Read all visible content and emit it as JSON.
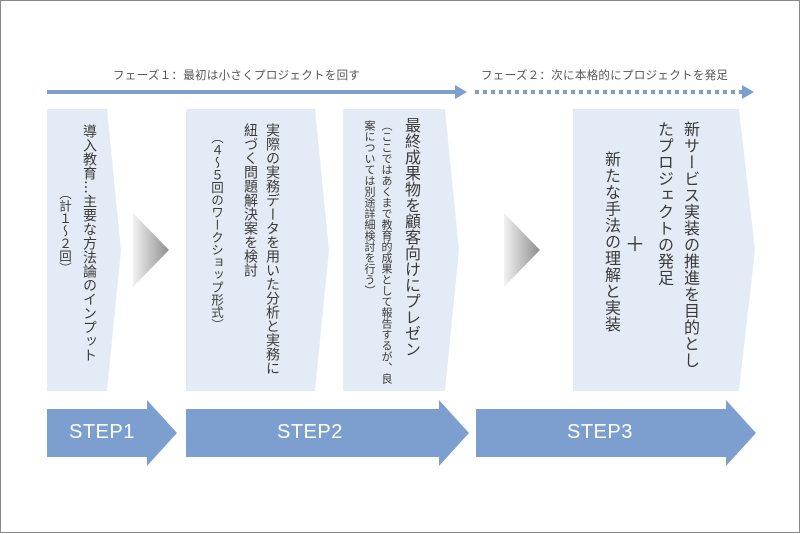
{
  "phases": [
    {
      "label": "フェーズ１：最初は小さくプロジェクトを回す",
      "line": "solid"
    },
    {
      "label": "フェーズ２：次に本格的にプロジェクトを発足",
      "line": "dotted"
    }
  ],
  "panels": [
    {
      "main": "導入教育…主要な方法論のインプット",
      "sub": "（計１〜２回）"
    },
    {
      "main": "実際の実務データを用いた分析と実務に紐づく問題解決案を検討",
      "sub": "（４〜５回のワークショップ形式）"
    },
    {
      "main": "最終成果物を顧客向けにプレゼン",
      "sub": "（ここではあくまで教育的成果として報告するが、良案については別途詳細検討を行う）"
    },
    {
      "main_1": "新サービス実装の推進を目的としたプロジェクトの発足",
      "plus": "＋",
      "main_2": "新たな手法の理解と実装"
    }
  ],
  "steps": [
    {
      "label": "STEP1"
    },
    {
      "label": "STEP2"
    },
    {
      "label": "STEP3"
    }
  ],
  "colors": {
    "phase_line": "#7d9fd0",
    "panel_fill": "#e3ecf6",
    "step_fill": "#7d9fd0",
    "chevron_dark": "#9a9a9a",
    "chevron_light": "#f2f2f2",
    "text": "#3a3a3a"
  }
}
